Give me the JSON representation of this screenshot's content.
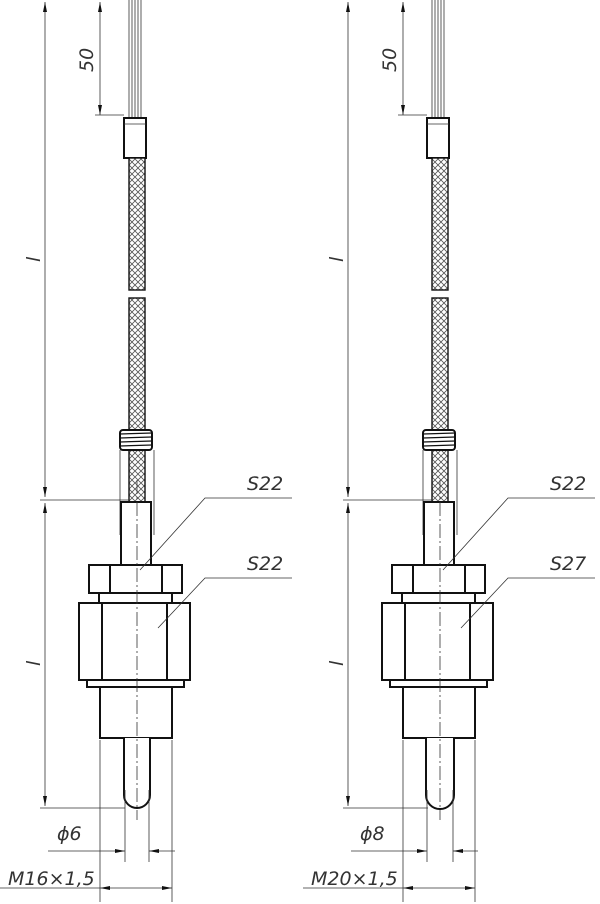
{
  "drawings": [
    {
      "name": "left",
      "dim_top": "50",
      "dim_length_upper": "l",
      "dim_length_lower": "l",
      "nut_label": "S22",
      "body_label": "S22",
      "diameter_label": "ϕ6",
      "thread_label": "M16×1,5"
    },
    {
      "name": "right",
      "dim_top": "50",
      "dim_length_upper": "l",
      "dim_length_lower": "l",
      "nut_label": "S22",
      "body_label": "S27",
      "diameter_label": "ϕ8",
      "thread_label": "M20×1,5"
    }
  ]
}
